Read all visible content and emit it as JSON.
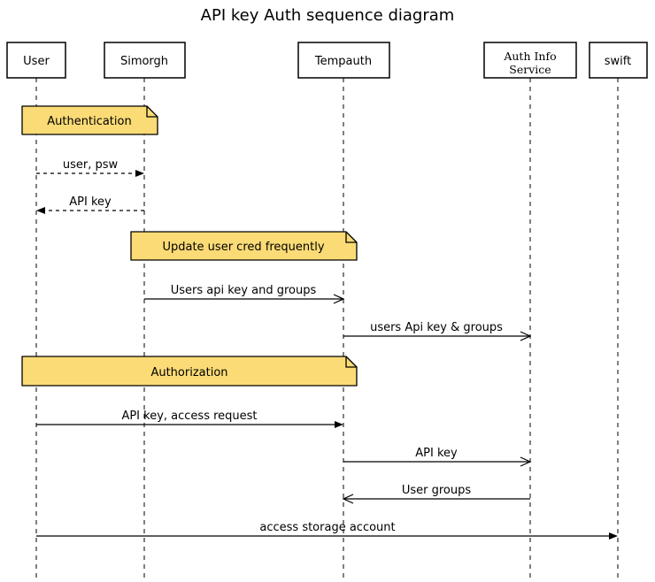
{
  "title": "API key Auth sequence diagram",
  "colors": {
    "note_fill": "#FBDB76",
    "line": "#000000",
    "background": "#FFFFFF"
  },
  "participants": [
    {
      "label": "User"
    },
    {
      "label": "Simorgh"
    },
    {
      "label": "Tempauth"
    },
    {
      "label": "Auth Info",
      "label2": "Service"
    },
    {
      "label": "swift"
    }
  ],
  "notes": [
    {
      "label": "Authentication",
      "over": "User, Simorgh"
    },
    {
      "label": "Update user cred frequently",
      "over": "Simorgh, Tempauth"
    },
    {
      "label": "Authorization",
      "over": "User, Tempauth"
    }
  ],
  "messages": [
    {
      "label": "user, psw",
      "from": "User",
      "to": "Simorgh",
      "line": "dashed",
      "arrow": "filled"
    },
    {
      "label": "API key",
      "from": "Simorgh",
      "to": "User",
      "line": "dashed",
      "arrow": "filled"
    },
    {
      "label": "Users api key and groups",
      "from": "Simorgh",
      "to": "Tempauth",
      "line": "solid",
      "arrow": "open"
    },
    {
      "label": "users Api key & groups",
      "from": "Tempauth",
      "to": "Auth Info Service",
      "line": "solid",
      "arrow": "open"
    },
    {
      "label": "API key, access request",
      "from": "User",
      "to": "Tempauth",
      "line": "solid",
      "arrow": "filled"
    },
    {
      "label": "API key",
      "from": "Tempauth",
      "to": "Auth Info Service",
      "line": "solid",
      "arrow": "open"
    },
    {
      "label": "User groups",
      "from": "Auth Info Service",
      "to": "Tempauth",
      "line": "solid",
      "arrow": "open"
    },
    {
      "label": "access storage account",
      "from": "User",
      "to": "swift",
      "line": "solid",
      "arrow": "filled"
    }
  ]
}
